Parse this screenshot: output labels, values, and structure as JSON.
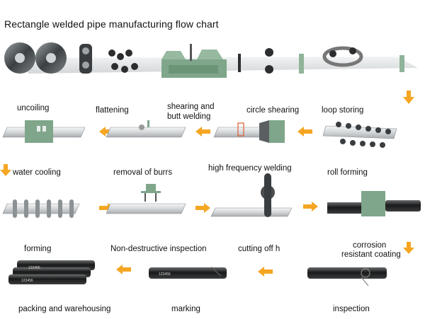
{
  "title": "Rectangle welded pipe manufacturing flow chart",
  "labels": {
    "uncoiling": "uncoiling",
    "flattening": "flattening",
    "shearing_butt_welding_1": "shearing and",
    "shearing_butt_welding_2": "butt welding",
    "circle_shearing": "circle shearing",
    "loop_storing": "loop storing",
    "water_cooling": "water cooling",
    "removal_of_burrs": "removal of burrs",
    "high_frequency_welding": "high frequency welding",
    "roll_forming": "roll forming",
    "forming": "forming",
    "non_destructive_inspection": "Non-destructive inspection",
    "cutting_off": "cutting off h",
    "corrosion_1": "corrosion",
    "corrosion_2": "resistant coating",
    "packing": "packing and warehousing",
    "marking": "marking",
    "inspection": "inspection"
  },
  "pipe_print": "123456",
  "colors": {
    "arrow": "#f5a623",
    "machine_green": "#7fa68a",
    "pipe_gray": "#d7dadc",
    "pipe_dark": "#1d1d1d"
  }
}
